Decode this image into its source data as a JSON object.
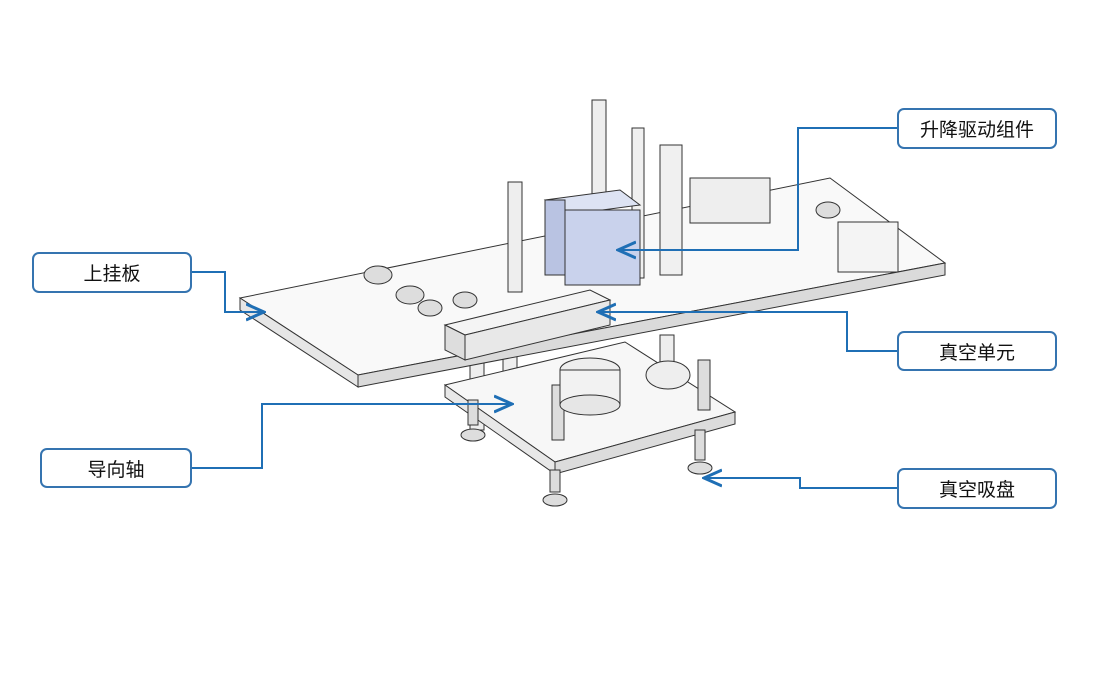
{
  "colors": {
    "callout": "#1f6fb5",
    "box_border": "#3574b0",
    "motor": "#c9d2ec"
  },
  "labels": {
    "lift_drive": "升降驱动组件",
    "upper_plate": "上挂板",
    "vacuum_unit": "真空单元",
    "guide_shaft": "导向轴",
    "suction_cup": "真空吸盘"
  }
}
